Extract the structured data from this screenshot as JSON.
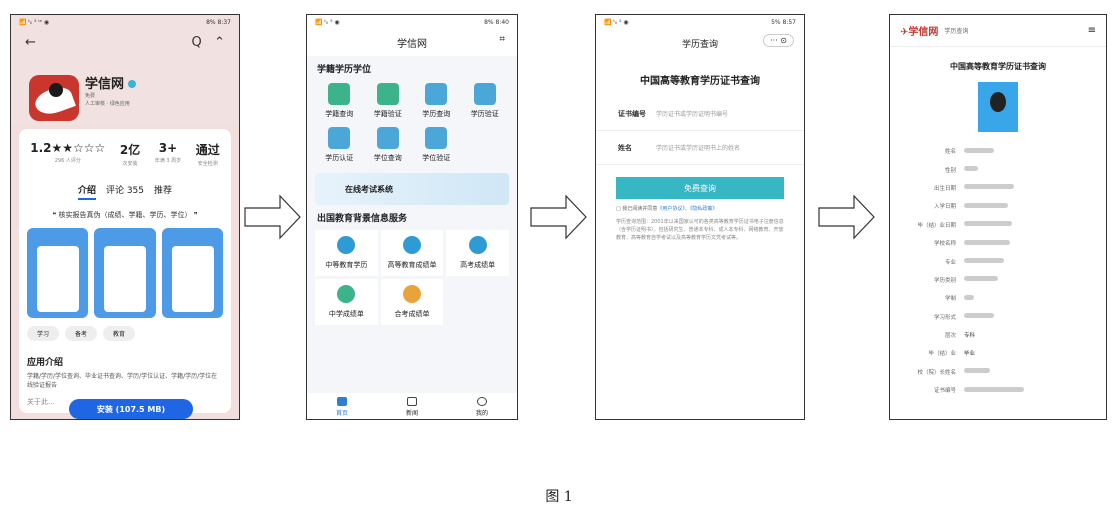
{
  "figure_caption": "图 1",
  "phone1": {
    "status_left": "📶 ᵗᵢₗ ⁵ ⁱᵉ ◉",
    "status_right": "8% 8:37",
    "back": "←",
    "search": "Q",
    "share": "⌃",
    "app_name": "学信网",
    "app_sub1": "免费",
    "app_sub2": "人工审核 · 绿色应用",
    "stats": [
      {
        "v": "1.2★★☆☆☆",
        "l": "296 人评分"
      },
      {
        "v": "2亿",
        "l": "次安装"
      },
      {
        "v": "3+",
        "l": "年满 3 周岁"
      },
      {
        "v": "通过",
        "l": "安全检测"
      }
    ],
    "tabs": [
      "介绍",
      "评论 355",
      "推荐"
    ],
    "quote": "❝ 核实报告真伪（成绩、学籍、学历、学位） ❞",
    "tags": [
      "学习",
      "备考",
      "教育"
    ],
    "intro_title": "应用介绍",
    "intro_text": "学籍/学历/学位查询、毕业证书查询、学历/学位认证、学籍/学历/学位在线验证报告",
    "about": "关于此...",
    "install": "安装 (107.5 MB)"
  },
  "phone2": {
    "status_left": "📶 ᵗᵢₗ ⁵ ◉",
    "status_right": "8% 8:40",
    "title": "学信网",
    "scan": "⌗",
    "sec1": "学籍学历学位",
    "grid": [
      "学籍查询",
      "学籍验证",
      "学历查询",
      "学历验证",
      "学历认证",
      "学位查询",
      "学位验证"
    ],
    "banner": "在线考试系统",
    "sec2": "出国教育背景信息服务",
    "grid3": [
      "中等教育学历",
      "高等教育成绩单",
      "高考成绩单",
      "中学成绩单",
      "合考成绩单"
    ],
    "nav": [
      "首页",
      "新闻",
      "我的"
    ]
  },
  "phone3": {
    "status_left": "📶 ᵗᵢₗ ⁵ ◉",
    "status_right": "5% 8:57",
    "title": "学历查询",
    "cap": "··· ⊙",
    "heading": "中国高等教育学历证书查询",
    "f1_k": "证书编号",
    "f1_p": "学历证书或学历证明书编号",
    "f2_k": "姓名",
    "f2_p": "学历证书或学历证明书上的姓名",
    "btn": "免费查询",
    "chk_pre": "□ 我已阅读并同意",
    "chk_l1": "《用户协议》",
    "chk_mid": "、",
    "chk_l2": "《隐私政策》",
    "note": "学历查询范围：2001年以来国家认可的各类高等教育学历证书电子注册信息（含学历证明书）。包括研究生、普通本专科、成人本专科、网络教育、开放教育、高等教育自学考试以及高等教育学历文凭考试等。"
  },
  "phone4": {
    "logo": "✈学信网",
    "sub": "学历查询",
    "menu": "≡",
    "heading": "中国高等教育学历证书查询",
    "rows": [
      {
        "k": "姓名",
        "v": ""
      },
      {
        "k": "性别",
        "v": ""
      },
      {
        "k": "出生日期",
        "v": ""
      },
      {
        "k": "入学日期",
        "v": ""
      },
      {
        "k": "毕（结）业日期",
        "v": ""
      },
      {
        "k": "学校名称",
        "v": ""
      },
      {
        "k": "专业",
        "v": ""
      },
      {
        "k": "学历类别",
        "v": ""
      },
      {
        "k": "学制",
        "v": ""
      },
      {
        "k": "学习形式",
        "v": ""
      },
      {
        "k": "层次",
        "v": "专科"
      },
      {
        "k": "毕（结）业",
        "v": "毕业"
      },
      {
        "k": "校（院）长姓名",
        "v": ""
      },
      {
        "k": "证书编号",
        "v": ""
      }
    ]
  }
}
